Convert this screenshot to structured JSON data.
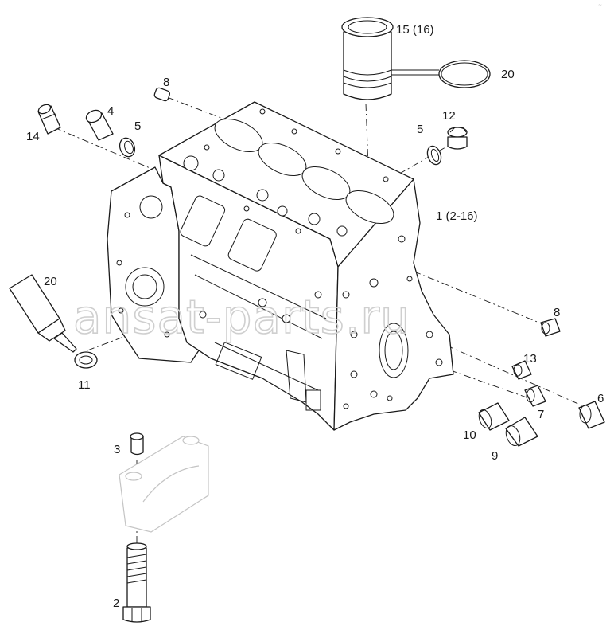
{
  "watermark": "ansat-parts.ru",
  "corner_mark": "~",
  "callouts": [
    {
      "id": "part-15",
      "text": "15 (16)"
    },
    {
      "id": "part-20-top",
      "text": "20"
    },
    {
      "id": "part-8-top",
      "text": "8"
    },
    {
      "id": "part-4",
      "text": "4"
    },
    {
      "id": "part-12",
      "text": "12"
    },
    {
      "id": "part-5-left",
      "text": "5"
    },
    {
      "id": "part-5-right",
      "text": "5"
    },
    {
      "id": "part-14",
      "text": "14"
    },
    {
      "id": "part-1",
      "text": "1 (2-16)"
    },
    {
      "id": "part-20-left",
      "text": "20"
    },
    {
      "id": "part-8-right",
      "text": "8"
    },
    {
      "id": "part-11",
      "text": "11"
    },
    {
      "id": "part-13",
      "text": "13"
    },
    {
      "id": "part-6",
      "text": "6"
    },
    {
      "id": "part-7",
      "text": "7"
    },
    {
      "id": "part-10",
      "text": "10"
    },
    {
      "id": "part-9",
      "text": "9"
    },
    {
      "id": "part-3",
      "text": "3"
    },
    {
      "id": "part-2",
      "text": "2"
    }
  ]
}
